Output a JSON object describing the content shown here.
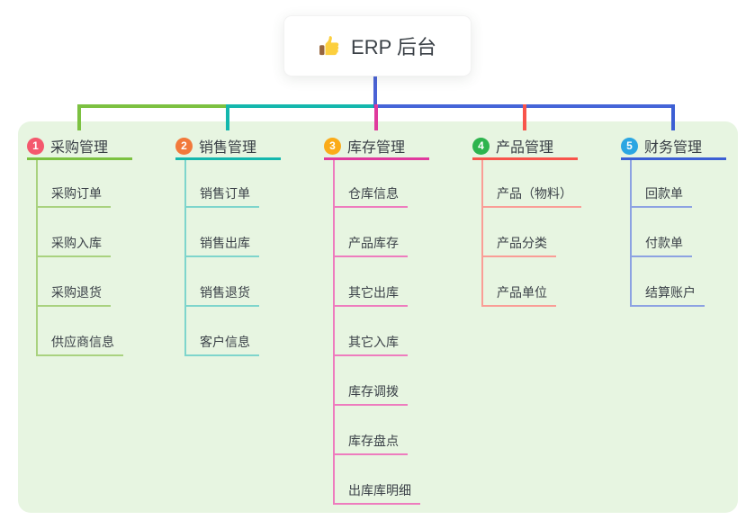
{
  "root": {
    "label": "ERP 后台",
    "icon": "thumbs-up-icon"
  },
  "branches": [
    {
      "index": "1",
      "label": "采购管理",
      "badge_color": "#f4586d",
      "line_color": "#7cc141",
      "item_line_color": "#a9d27f",
      "items": [
        "采购订单",
        "采购入库",
        "采购退货",
        "供应商信息"
      ]
    },
    {
      "index": "2",
      "label": "销售管理",
      "badge_color": "#f2793b",
      "line_color": "#14b7ad",
      "item_line_color": "#7ed5cc",
      "items": [
        "销售订单",
        "销售出库",
        "销售退货",
        "客户信息"
      ]
    },
    {
      "index": "3",
      "label": "库存管理",
      "badge_color": "#fbab19",
      "line_color": "#e03a9d",
      "item_line_color": "#ee7cbe",
      "items": [
        "仓库信息",
        "产品库存",
        "其它出库",
        "其它入库",
        "库存调拨",
        "库存盘点",
        "出库库明细"
      ]
    },
    {
      "index": "4",
      "label": "产品管理",
      "badge_color": "#2eb44e",
      "line_color": "#f8544b",
      "item_line_color": "#fa9d96",
      "items": [
        "产品（物料）",
        "产品分类",
        "产品单位"
      ]
    },
    {
      "index": "5",
      "label": "财务管理",
      "badge_color": "#2ba6e2",
      "line_color": "#3c5fd4",
      "item_line_color": "#8da2e2",
      "items": [
        "回款单",
        "付款单",
        "结算账户"
      ]
    }
  ],
  "connectors": {
    "root_vertical_color": "#4a62d6",
    "right_color": "#4565d8"
  },
  "panel_bg": "#e7f5e1",
  "icon_colors": {
    "thumb_hand": "#fccf3e",
    "thumb_sleeve": "#96653f"
  }
}
